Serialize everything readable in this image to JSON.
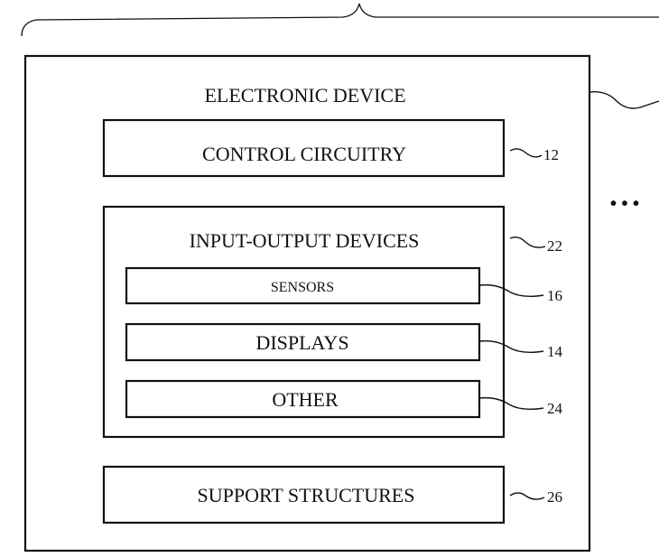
{
  "device": {
    "label": "ELECTRONIC DEVICE"
  },
  "blocks": {
    "control": {
      "label": "CONTROL CIRCUITRY",
      "ref": "12"
    },
    "io": {
      "label": "INPUT-OUTPUT DEVICES",
      "ref": "22"
    },
    "sensors": {
      "label": "SENSORS",
      "ref": "16"
    },
    "displays": {
      "label": "DISPLAYS",
      "ref": "14"
    },
    "other": {
      "label": "OTHER",
      "ref": "24"
    },
    "support": {
      "label": "SUPPORT STRUCTURES",
      "ref": "26"
    }
  },
  "continuation": "• • •"
}
